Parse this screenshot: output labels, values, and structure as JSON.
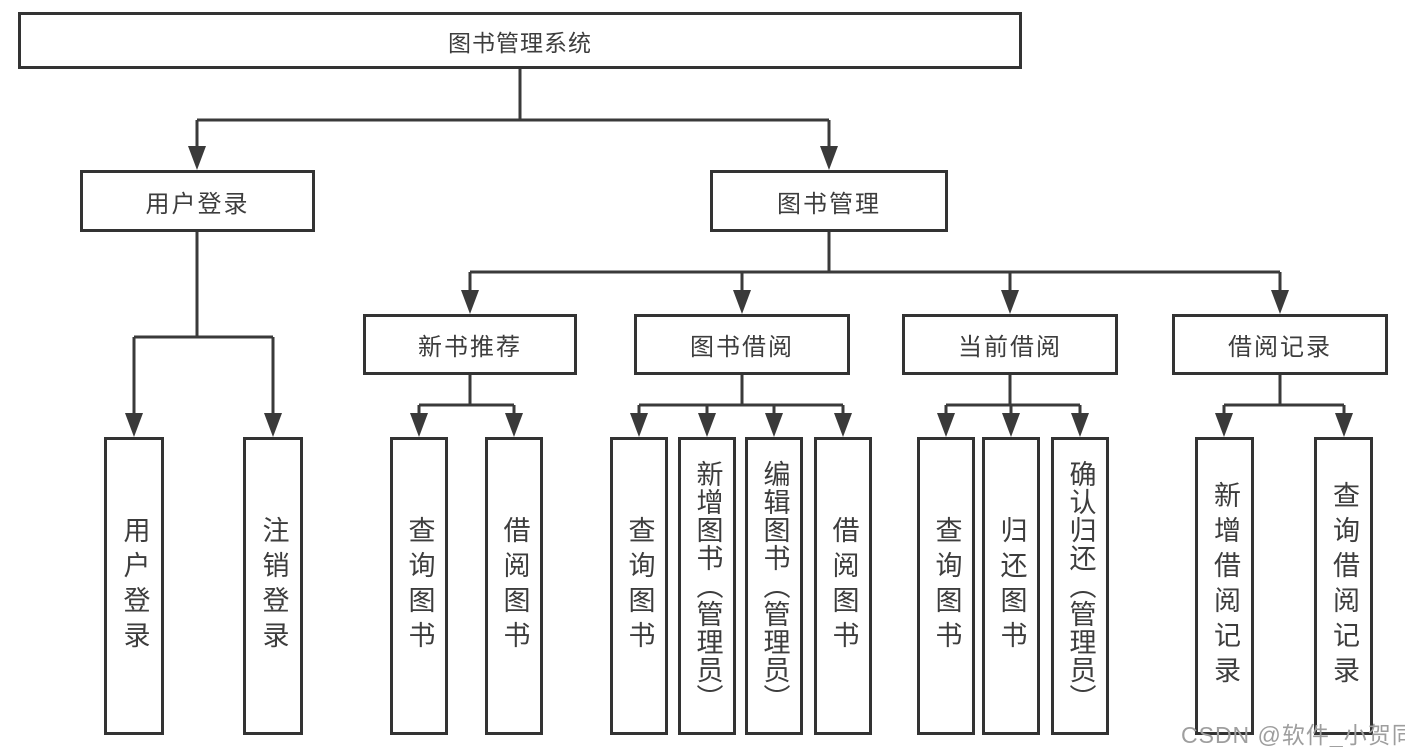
{
  "diagram": {
    "root": {
      "label": "图书管理系统"
    },
    "branches": [
      {
        "label": "用户登录",
        "children": [
          {
            "label": "用户登录"
          },
          {
            "label": "注销登录"
          }
        ]
      },
      {
        "label": "图书管理",
        "groups": [
          {
            "label": "新书推荐",
            "children": [
              {
                "label": "查询图书"
              },
              {
                "label": "借阅图书"
              }
            ]
          },
          {
            "label": "图书借阅",
            "children": [
              {
                "label": "查询图书"
              },
              {
                "label": "新增图书（管理员）"
              },
              {
                "label": "编辑图书（管理员）"
              },
              {
                "label": "借阅图书"
              }
            ]
          },
          {
            "label": "当前借阅",
            "children": [
              {
                "label": "查询图书"
              },
              {
                "label": "归还图书"
              },
              {
                "label": "确认归还（管理员）"
              }
            ]
          },
          {
            "label": "借阅记录",
            "children": [
              {
                "label": "新增借阅记录"
              },
              {
                "label": "查询借阅记录"
              }
            ]
          }
        ]
      }
    ]
  },
  "watermark": "CSDN @软件_小贺同学",
  "colors": {
    "background": "#ffffff",
    "box_fill": "#ffffff",
    "box_border": "#333333",
    "line": "#3a3a3a",
    "text": "#3d3d3d",
    "watermark": "#9e9e9e"
  }
}
